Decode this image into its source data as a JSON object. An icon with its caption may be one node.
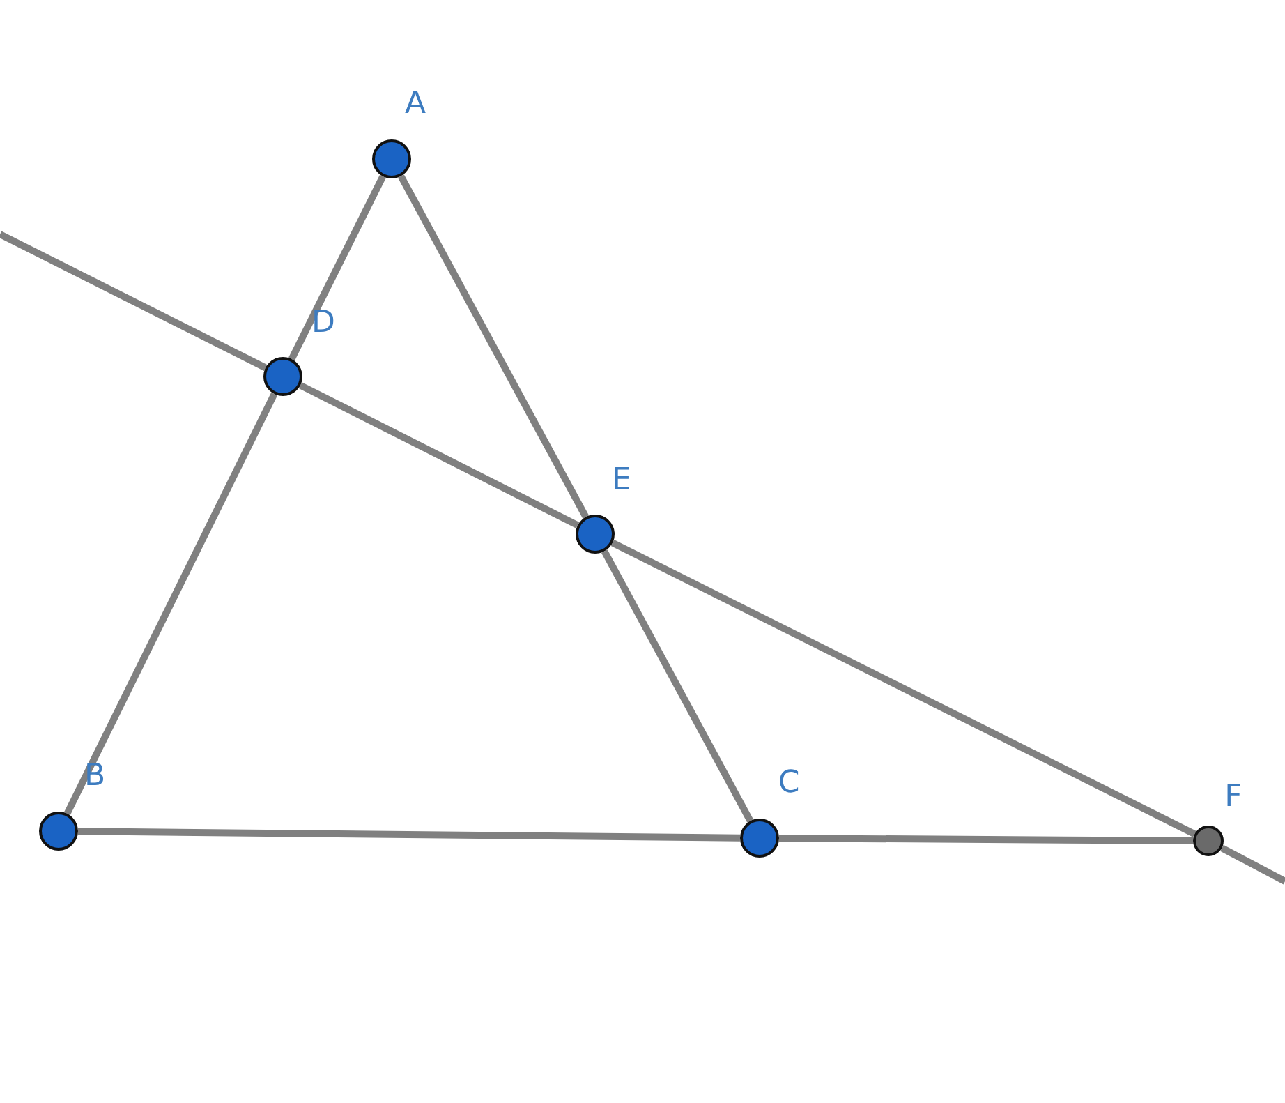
{
  "diagram": {
    "nodes": [
      {
        "text": [],
        "shape": "circle",
        "beside": [
          "A"
        ]
      },
      {
        "text": [],
        "shape": "circle",
        "beside": [
          "D"
        ]
      },
      {
        "text": [],
        "shape": "circle",
        "beside": [
          "E"
        ]
      },
      {
        "text": [],
        "shape": "circle",
        "beside": [
          "B"
        ]
      },
      {
        "text": [],
        "shape": "circle",
        "beside": [
          "C"
        ]
      },
      {
        "text": [],
        "shape": "circle",
        "beside": [
          "F"
        ]
      }
    ],
    "edges": [
      {
        "from": 0,
        "to": 1,
        "arrow": "none"
      },
      {
        "from": 1,
        "to": 3,
        "arrow": "none"
      },
      {
        "from": 0,
        "to": 2,
        "arrow": "none"
      },
      {
        "from": 2,
        "to": 4,
        "arrow": "none"
      },
      {
        "from": 3,
        "to": 4,
        "arrow": "none"
      },
      {
        "from": 4,
        "to": 5,
        "arrow": "none"
      },
      {
        "from": null,
        "to": 1,
        "arrow": "none"
      },
      {
        "from": 1,
        "to": 2,
        "arrow": "none"
      },
      {
        "from": 2,
        "to": 5,
        "arrow": "none"
      },
      {
        "from": 5,
        "to": null,
        "arrow": "none"
      }
    ]
  }
}
